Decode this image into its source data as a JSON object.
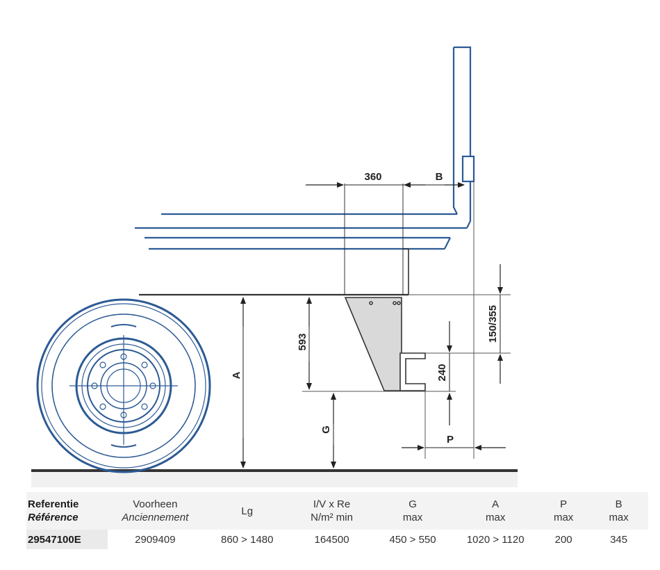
{
  "diagram": {
    "labels": {
      "dim_360": "360",
      "dim_b": "B",
      "dim_a": "A",
      "dim_593": "593",
      "dim_g": "G",
      "dim_240": "240",
      "dim_150_355": "150/355",
      "dim_p": "P"
    },
    "colors": {
      "frame_blue": "#2c5a94",
      "line_dark": "#333333",
      "bracket_fill": "#d9d9d9",
      "ground": "#333333"
    }
  },
  "table": {
    "headers": [
      {
        "line1": "Referentie",
        "line2": "Référence"
      },
      {
        "line1": "Voorheen",
        "line2": "Anciennement"
      },
      {
        "line1": "Lg",
        "line2": ""
      },
      {
        "line1": "I/V x Re",
        "line2": "N/m² min"
      },
      {
        "line1": "G",
        "line2": "max"
      },
      {
        "line1": "A",
        "line2": "max"
      },
      {
        "line1": "P",
        "line2": "max"
      },
      {
        "line1": "B",
        "line2": "max"
      }
    ],
    "rows": [
      [
        "29547100E",
        "2909409",
        "860 > 1480",
        "164500",
        "450 > 550",
        "1020 > 1120",
        "200",
        "345"
      ]
    ]
  }
}
